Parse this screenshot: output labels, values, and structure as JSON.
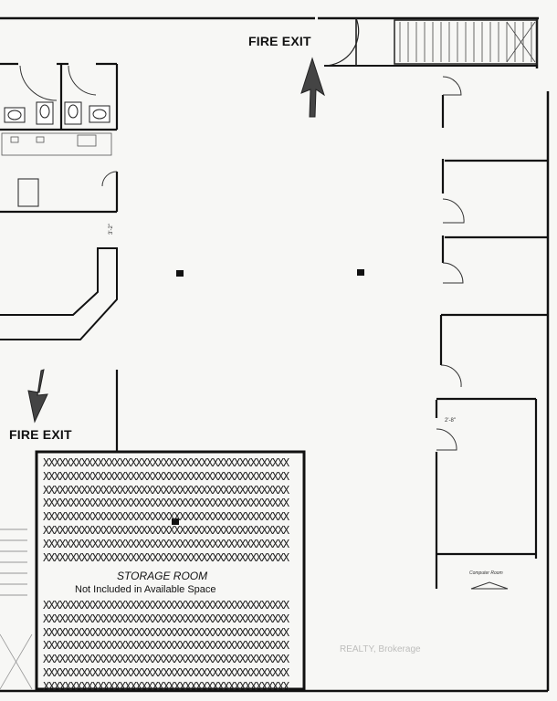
{
  "plan": {
    "fire_exit_top": "FIRE EXIT",
    "fire_exit_left": "FIRE EXIT",
    "storage_room_title": "STORAGE ROOM",
    "storage_room_subtitle": "Not Included in Available Space",
    "dimension_corridor": "3'-2\"",
    "dimension_door": "2'-8\"",
    "computer_room_label": "Computer Room",
    "watermark": "REALTY, Brokerage",
    "x_fill_row": "XXXXXXXXXXXXXXXXXXXXXXXXXXXXXXXXXXXXXXXXXXXXX"
  }
}
